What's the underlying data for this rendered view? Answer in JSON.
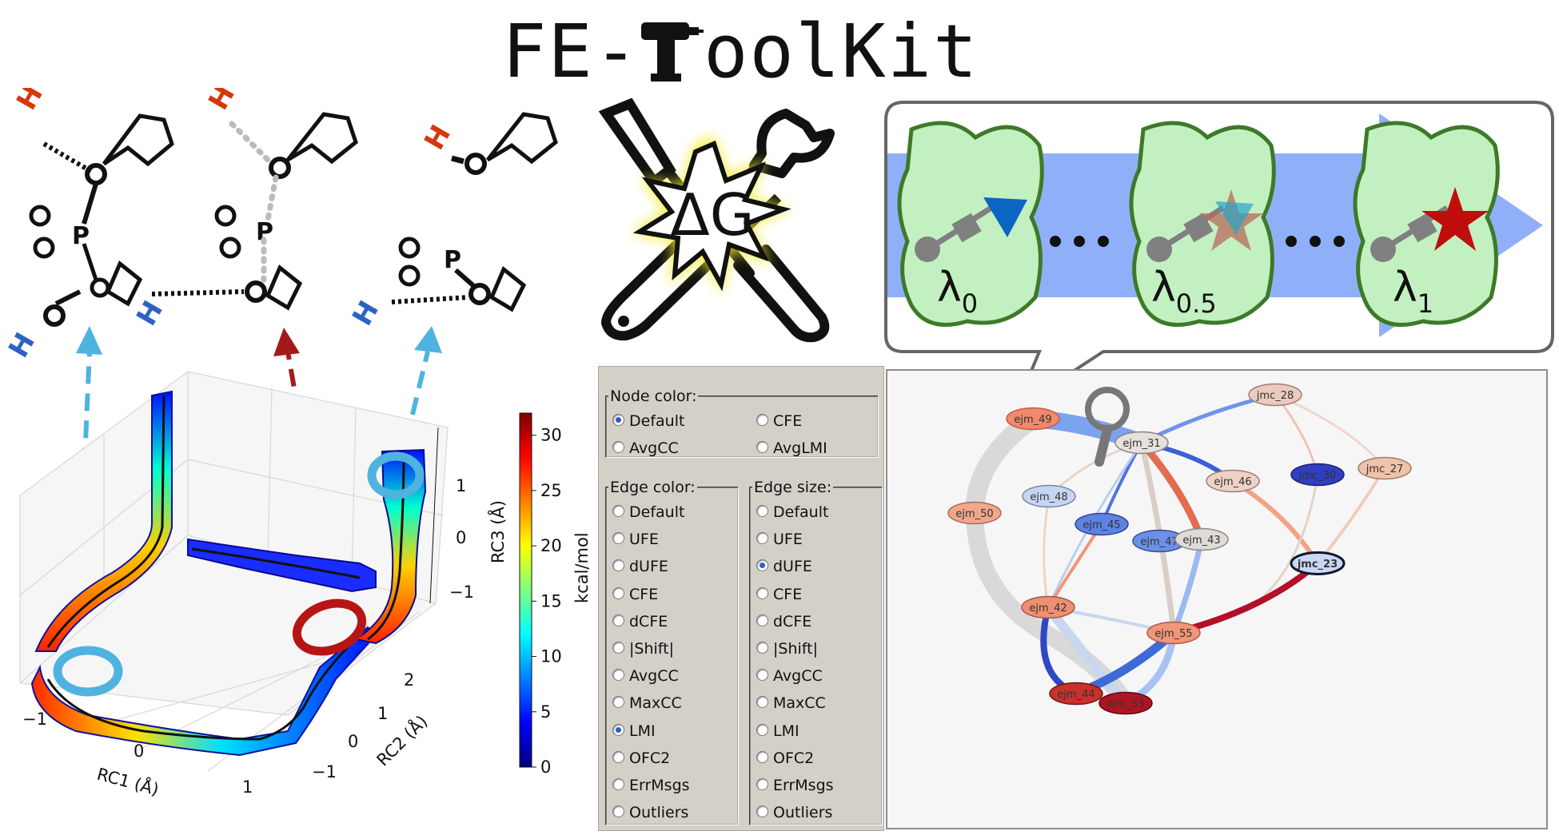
{
  "app": {
    "title": "FE-ToolKit",
    "title_prefix": "FE-",
    "title_suffix": "oolKit"
  },
  "delta_g": {
    "label": "ΔG"
  },
  "lambda_window": {
    "labels": [
      {
        "main": "λ",
        "sub": "0"
      },
      {
        "main": "λ",
        "sub": "0.5"
      },
      {
        "main": "λ",
        "sub": "1"
      }
    ]
  },
  "surface_plot": {
    "x_label": "RC1 (Å)",
    "y_label": "RC2 (Å)",
    "z_label": "RC3 (Å)",
    "x_ticks": [
      "−1",
      "0",
      "1"
    ],
    "y_ticks": [
      "−1",
      "0",
      "1",
      "2"
    ],
    "z_ticks": [
      "1",
      "0",
      "−1"
    ],
    "colorbar": {
      "label": "kcal/mol",
      "ticks": [
        "30",
        "25",
        "20",
        "15",
        "10",
        "5",
        "0"
      ],
      "range": [
        0,
        32
      ]
    }
  },
  "molecule_labels": {
    "atom": "H",
    "p": "P"
  },
  "node_color": {
    "legend": "Node color:",
    "options": [
      "Default",
      "CFE",
      "AvgCC",
      "AvgLMI"
    ],
    "selected": "Default"
  },
  "edge_color": {
    "legend": "Edge color:",
    "options": [
      "Default",
      "UFE",
      "dUFE",
      "CFE",
      "dCFE",
      "|Shift|",
      "AvgCC",
      "MaxCC",
      "LMI",
      "OFC2",
      "ErrMsgs",
      "Outliers"
    ],
    "selected": "LMI"
  },
  "edge_size": {
    "legend": "Edge size:",
    "options": [
      "Default",
      "UFE",
      "dUFE",
      "CFE",
      "dCFE",
      "|Shift|",
      "AvgCC",
      "MaxCC",
      "LMI",
      "OFC2",
      "ErrMsgs",
      "Outliers"
    ],
    "selected": "dUFE"
  },
  "graph": {
    "nodes": [
      {
        "id": "ejm_49",
        "fill": "#ef8a6d",
        "stroke": "#c65a40"
      },
      {
        "id": "jmc_28",
        "fill": "#ebcbbd",
        "stroke": "#9c7f70"
      },
      {
        "id": "ejm_31",
        "fill": "#e6e1dc",
        "stroke": "#8c8581"
      },
      {
        "id": "jmc_27",
        "fill": "#efc2a9",
        "stroke": "#a37e67"
      },
      {
        "id": "ejm_46",
        "fill": "#eed2c6",
        "stroke": "#9a8176"
      },
      {
        "id": "jmc_30",
        "fill": "#2f3fbf",
        "stroke": "#1c2470"
      },
      {
        "id": "ejm_48",
        "fill": "#c6d6f2",
        "stroke": "#7a87a3"
      },
      {
        "id": "ejm_50",
        "fill": "#f2a68b",
        "stroke": "#a86d58"
      },
      {
        "id": "ejm_45",
        "fill": "#5e82e4",
        "stroke": "#2f4789"
      },
      {
        "id": "ejm_47",
        "fill": "#6c8fe8",
        "stroke": "#344f92"
      },
      {
        "id": "ejm_43",
        "fill": "#dedbd8",
        "stroke": "#8b8784"
      },
      {
        "id": "jmc_23",
        "fill": "#cbd8f2",
        "stroke": "#10162c"
      },
      {
        "id": "ejm_42",
        "fill": "#ef8f72",
        "stroke": "#a45a46"
      },
      {
        "id": "ejm_55",
        "fill": "#f19678",
        "stroke": "#a75e49"
      },
      {
        "id": "ejm_44",
        "fill": "#c9312b",
        "stroke": "#6e1714"
      },
      {
        "id": "ejm_53",
        "fill": "#b01423",
        "stroke": "#5c0811"
      }
    ]
  },
  "colors": {
    "panel_bg": "#d4d0c8",
    "radio_selected": "#2a5bd7",
    "blob_fill": "#c3f0c0",
    "blob_stroke": "#3d7a28",
    "arrow_blue": "#8fb0f8",
    "burst_glow": "#f2ea2c"
  }
}
